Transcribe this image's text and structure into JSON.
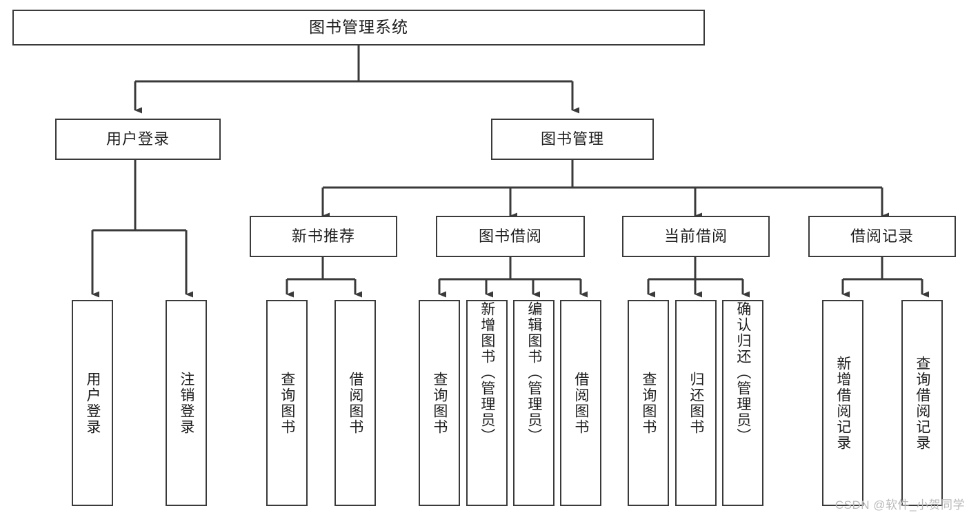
{
  "diagram": {
    "title": "图书管理系统",
    "watermark": "CSDN @软件_小贺同学",
    "levels": {
      "root": {
        "label": "图书管理系统"
      },
      "level2": [
        {
          "label": "用户登录"
        },
        {
          "label": "图书管理"
        }
      ],
      "level3": [
        {
          "label": "新书推荐"
        },
        {
          "label": "图书借阅"
        },
        {
          "label": "当前借阅"
        },
        {
          "label": "借阅记录"
        }
      ],
      "leaves": {
        "user_login": [
          {
            "label": "用户登录"
          },
          {
            "label": "注销登录"
          }
        ],
        "new_book_recommend": [
          {
            "label": "查询图书"
          },
          {
            "label": "借阅图书"
          }
        ],
        "book_borrow": [
          {
            "label": "查询图书"
          },
          {
            "label": "新增图书（管理员）"
          },
          {
            "label": "编辑图书（管理员）"
          },
          {
            "label": "借阅图书"
          }
        ],
        "current_borrow": [
          {
            "label": "查询图书"
          },
          {
            "label": "归还图书"
          },
          {
            "label": "确认归还（管理员）"
          }
        ],
        "borrow_record": [
          {
            "label": "新增借阅记录"
          },
          {
            "label": "查询借阅记录"
          }
        ]
      }
    },
    "colors": {
      "stroke": "#3a3a3a",
      "text": "#1d1d1d",
      "background": "#ffffff",
      "watermark": "#b9b9b9"
    }
  }
}
